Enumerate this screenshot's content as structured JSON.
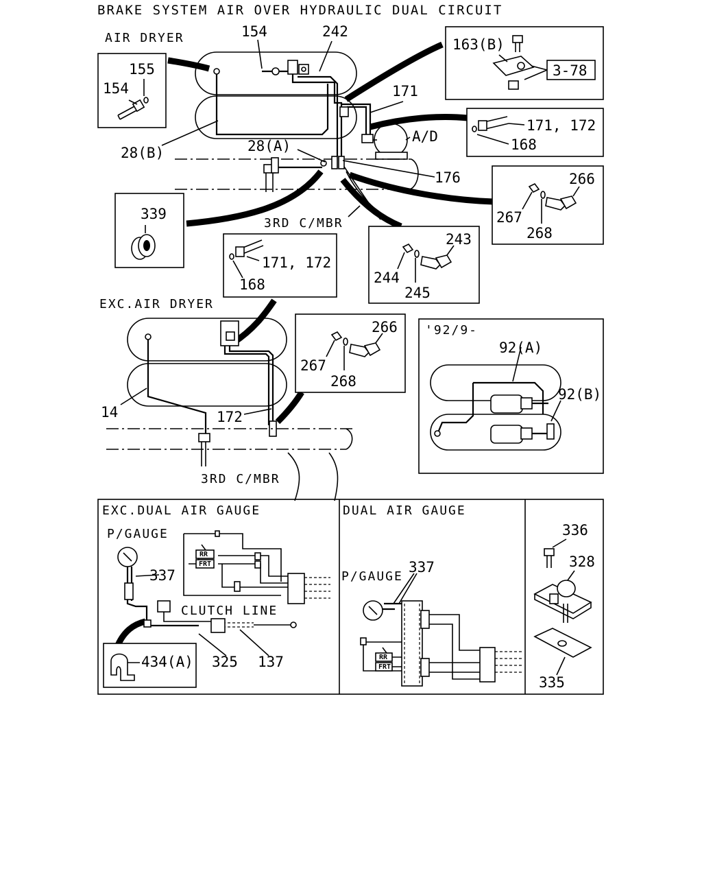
{
  "title": "BRAKE SYSTEM AIR OVER HYDRAULIC DUAL CIRCUIT",
  "sections": {
    "air_dryer": "AIR DRYER",
    "exc_air_dryer": "EXC.AIR DRYER",
    "exc_dual_air_gauge": "EXC.DUAL AIR GAUGE",
    "dual_air_gauge": "DUAL AIR GAUGE",
    "date_inset": "'92/9-"
  },
  "callouts": {
    "c154_top": "154",
    "c242": "242",
    "c155": "155",
    "c154_box": "154",
    "c163b": "163(B)",
    "c3_78": "3-78",
    "c171": "171",
    "c171_172_a": "171, 172",
    "c168_a": "168",
    "ad": "A/D",
    "c28b": "28(B)",
    "c28a": "28(A)",
    "c176": "176",
    "c266_a": "266",
    "c267_a": "267",
    "c268_a": "268",
    "c339": "339",
    "third_cmbr_a": "3RD C/MBR",
    "c171_172_b": "171, 172",
    "c168_b": "168",
    "c243": "243",
    "c244": "244",
    "c245": "245",
    "c266_b": "266",
    "c267_b": "267",
    "c268_b": "268",
    "c92a": "92(A)",
    "c92b": "92(B)",
    "c14": "14",
    "c172": "172",
    "third_cmbr_b": "3RD C/MBR",
    "pgauge_a": "P/GAUGE",
    "c337_a": "337",
    "clutch_line": "CLUTCH LINE",
    "c434a": "434(A)",
    "c325": "325",
    "c137": "137",
    "pgauge_b": "P/GAUGE",
    "c337_b": "337",
    "rr_a": "RR",
    "frt_a": "FRT",
    "rr_b": "RR",
    "frt_b": "FRT",
    "c336": "336",
    "c328": "328",
    "c335": "335"
  }
}
